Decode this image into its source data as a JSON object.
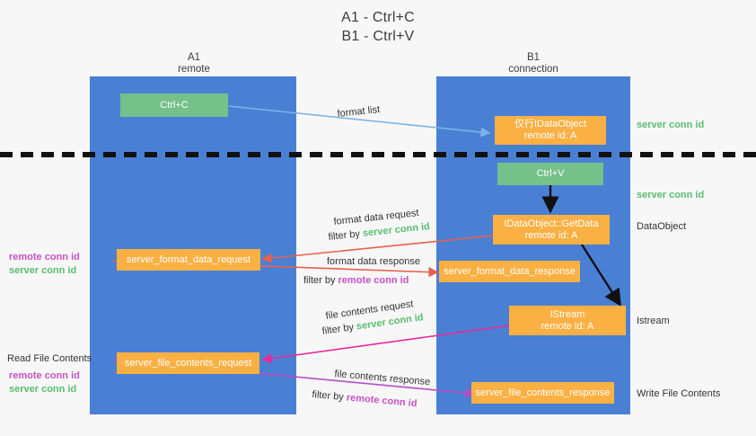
{
  "title": {
    "line1": "A1 - Ctrl+C",
    "line2": "B1 - Ctrl+V"
  },
  "columns": [
    {
      "name": "A1",
      "role": "remote"
    },
    {
      "name": "B1",
      "role": "connection"
    }
  ],
  "colors": {
    "lane": "#4a80d4",
    "green_node": "#76c08a",
    "orange_node": "#fbb043",
    "server_conn_id": "#59bd6e",
    "remote_conn_id": "#c850c8",
    "arrow_blue": "#7fb3e8",
    "arrow_red": "#e8604c",
    "arrow_pink": "#e8289e",
    "arrow_purple": "#b44fc8",
    "arrow_black": "#111111",
    "divider": "#111111",
    "background": "#f7f7f7"
  },
  "nodes": {
    "ctrl_c": {
      "label": "Ctrl+C"
    },
    "ctrl_v": {
      "label": "Ctrl+V"
    },
    "idataobject": {
      "label": "仅行IDataObject",
      "sub": "remote id: A"
    },
    "getdata": {
      "label": "IDataObject::GetData",
      "sub": "remote id: A"
    },
    "istream": {
      "label": "IStream",
      "sub": "remote id: A"
    },
    "fmt_req": {
      "label": "server_format_data_request"
    },
    "fmt_res": {
      "label": "server_format_data_response"
    },
    "file_req": {
      "label": "server_file_contents_request"
    },
    "file_res": {
      "label": "server_file_contents_response"
    }
  },
  "edges": {
    "format_list": "format list",
    "format_data_request": "format data request",
    "format_data_response": "format data response",
    "file_contents_request": "file contents request",
    "file_contents_response": "file contents response",
    "filter_by": "filter by",
    "server_conn_id": "server conn id",
    "remote_conn_id": "remote conn id"
  },
  "right_labels": {
    "server_conn_id_top": "server conn id",
    "server_conn_id_mid": "server conn id",
    "dataobject": "DataObject",
    "istream": "Istream",
    "write_file_contents": "Write File Contents"
  },
  "left_labels": {
    "remote_conn_id_1": "remote conn id",
    "server_conn_id_1": "server conn id",
    "read_file_contents": "Read File Contents",
    "remote_conn_id_2": "remote conn id",
    "server_conn_id_2": "server conn id"
  }
}
